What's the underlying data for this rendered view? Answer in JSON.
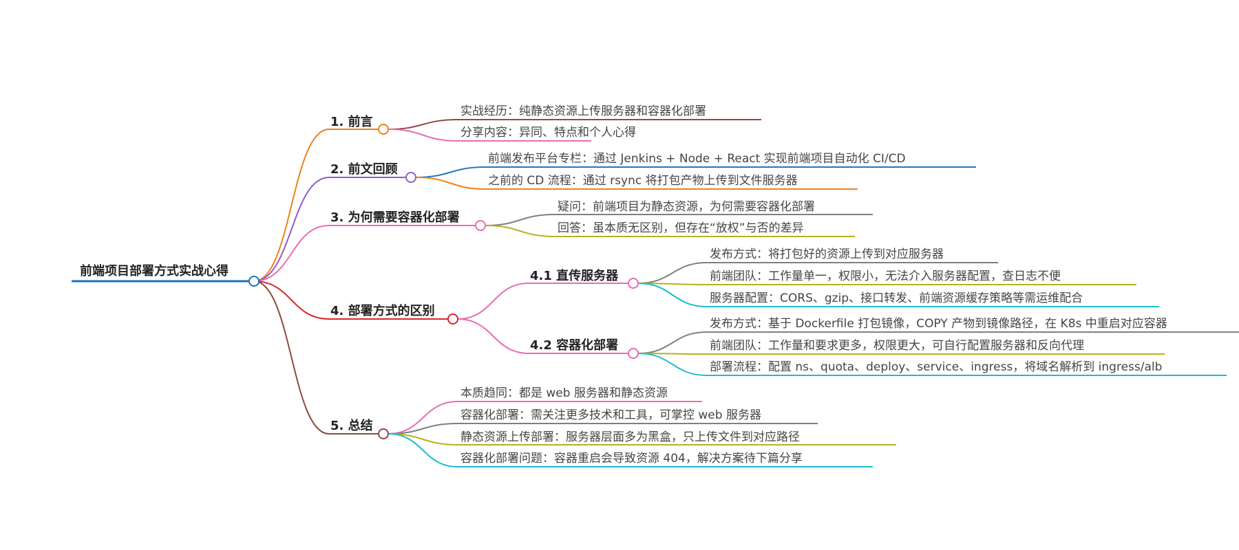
{
  "root": {
    "title": "前端项目部署方式实战心得",
    "color": "#1e6fc0"
  },
  "branches": [
    {
      "id": "b1",
      "label": "1. 前言",
      "color": "#f07f1a",
      "children": [
        {
          "text": "实战经历：纯静态资源上传服务器和容器化部署",
          "color": "#8b4b3c"
        },
        {
          "text": "分享内容：异同、特点和个人心得",
          "color": "#e86bb6"
        }
      ]
    },
    {
      "id": "b2",
      "label": "2. 前文回顾",
      "color": "#8e5cc7",
      "children": [
        {
          "text": "前端发布平台专栏：通过 Jenkins + Node + React 实现前端项目自动化 CI/CD",
          "color": "#1f77c4"
        },
        {
          "text": "之前的 CD 流程：通过 rsync 将打包产物上传到文件服务器",
          "color": "#f07f1a"
        }
      ]
    },
    {
      "id": "b3",
      "label": "3. 为何需要容器化部署",
      "color": "#e86bb6",
      "children": [
        {
          "text": "疑问：前端项目为静态资源，为何需要容器化部署",
          "color": "#7f7f7f"
        },
        {
          "text": "回答：虽本质无区别，但存在“放权”与否的差异",
          "color": "#b5b21a"
        }
      ]
    },
    {
      "id": "b4",
      "label": "4. 部署方式的区别",
      "color": "#d62728",
      "subbranches": [
        {
          "label": "4.1 直传服务器",
          "color": "#e86bb6",
          "children": [
            {
              "text": "发布方式：将打包好的资源上传到对应服务器",
              "color": "#7f7f7f"
            },
            {
              "text": "前端团队：工作量单一，权限小，无法介入服务器配置，查日志不便",
              "color": "#b5b21a"
            },
            {
              "text": "服务器配置：CORS、gzip、接口转发、前端资源缓存策略等需运维配合",
              "color": "#17becf"
            }
          ]
        },
        {
          "label": "4.2 容器化部署",
          "color": "#e86bb6",
          "children": [
            {
              "text": "发布方式：基于 Dockerfile 打包镜像，COPY 产物到镜像路径，在 K8s 中重启对应容器",
              "color": "#7f7f7f"
            },
            {
              "text": "前端团队：工作量和要求更多，权限更大，可自行配置服务器和反向代理",
              "color": "#b5b21a"
            },
            {
              "text": "部署流程：配置 ns、quota、deploy、service、ingress，将域名解析到 ingress/alb",
              "color": "#17becf"
            }
          ]
        }
      ]
    },
    {
      "id": "b5",
      "label": "5. 总结",
      "color": "#8b4b3c",
      "children": [
        {
          "text": "本质趋同：都是 web 服务器和静态资源",
          "color": "#e86bb6"
        },
        {
          "text": "容器化部署：需关注更多技术和工具，可掌控 web 服务器",
          "color": "#7f7f7f"
        },
        {
          "text": "静态资源上传部署：服务器层面多为黑盒，只上传文件到对应路径",
          "color": "#b5b21a"
        },
        {
          "text": "容器化部署问题：容器重启会导致资源 404，解决方案待下篇分享",
          "color": "#17becf"
        }
      ]
    }
  ]
}
